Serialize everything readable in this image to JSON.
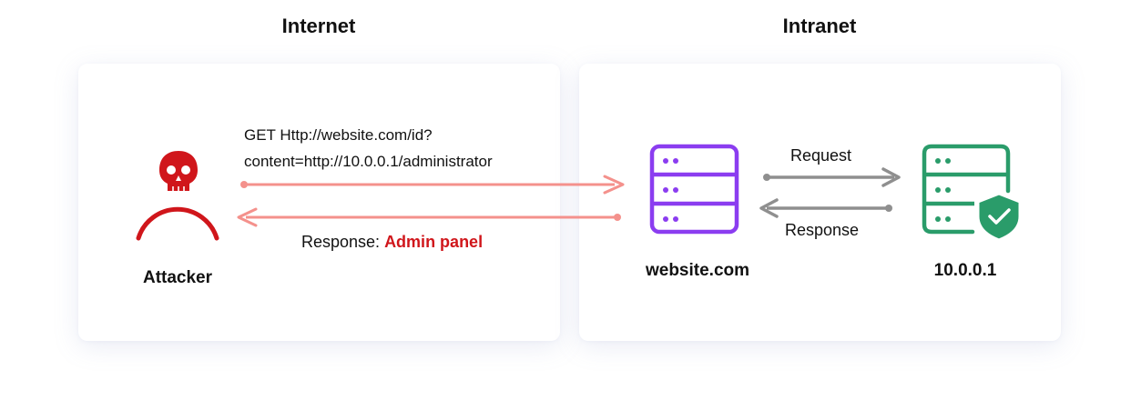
{
  "headings": {
    "internet": "Internet",
    "intranet": "Intranet"
  },
  "attacker": {
    "label": "Attacker"
  },
  "request_text": {
    "line1": "GET Http://website.com/id?",
    "line2": "content=http://10.0.0.1/administrator"
  },
  "response_left": {
    "prefix": "Response: ",
    "highlight": "Admin panel"
  },
  "website_server": {
    "label": "website.com"
  },
  "internal_server": {
    "label": "10.0.0.1"
  },
  "inner_arrows": {
    "request": "Request",
    "response": "Response"
  },
  "colors": {
    "attacker_red": "#d0161b",
    "arrow_pink": "#f4918c",
    "website_purple": "#8b3df0",
    "internal_green": "#2a9c6a",
    "inner_arrow_gray": "#8f8f8f"
  },
  "icons": {
    "attacker": "skull-attacker-icon",
    "website": "server-icon",
    "internal": "secure-server-icon",
    "badge": "shield-check-icon"
  }
}
